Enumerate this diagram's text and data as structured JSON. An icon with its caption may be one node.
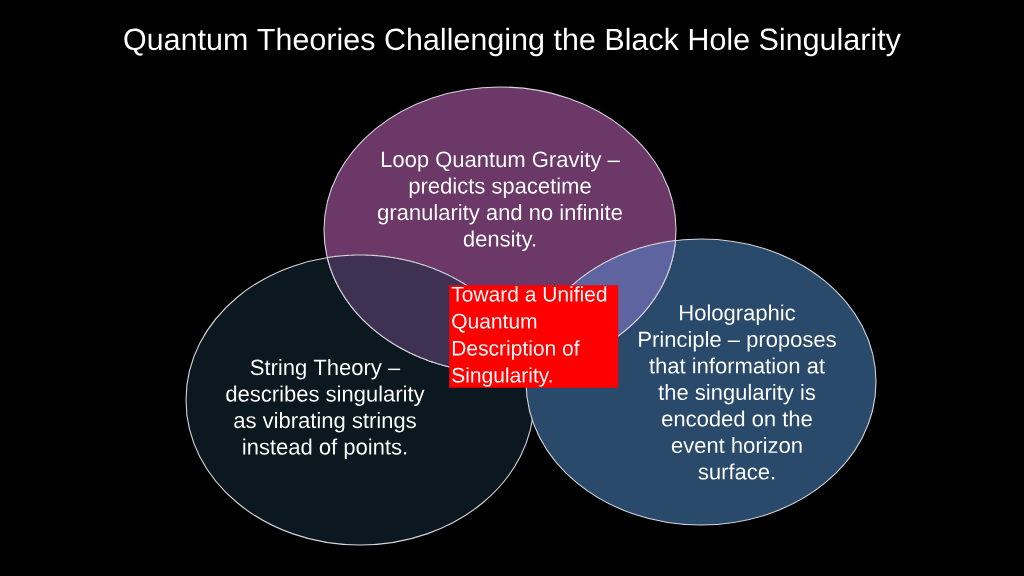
{
  "diagram": {
    "title": "Quantum Theories Challenging the Black Hole Singularity",
    "nodes": [
      {
        "text": [
          "Loop Quantum Gravity – predicts spacetime granularity and no infinite density."
        ]
      },
      {
        "text": [
          "String Theory – describes singularity as vibrating strings instead of points."
        ]
      },
      {
        "text": [
          "Holographic Principle – proposes that information at the singularity is encoded on the event horizon surface."
        ]
      },
      {
        "text": [
          "Toward a Unified Quantum Description of Singularity."
        ]
      }
    ]
  }
}
